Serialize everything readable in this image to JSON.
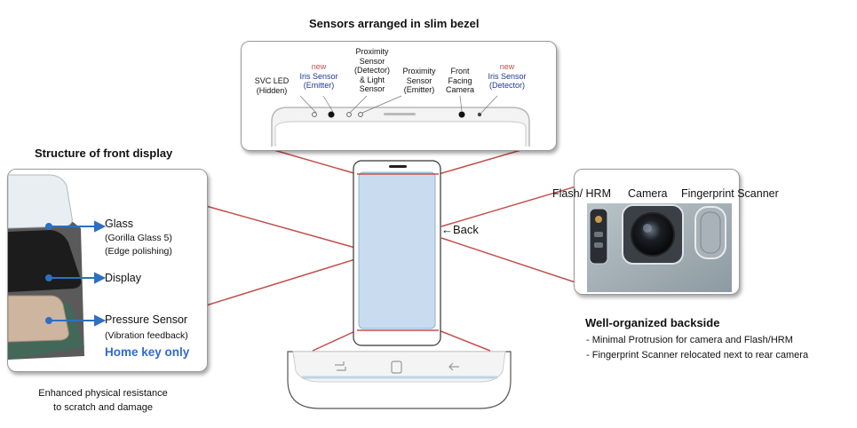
{
  "top_panel": {
    "title": "Sensors arranged in slim bezel",
    "labels": {
      "svc_led_1": "SVC LED",
      "svc_led_2": "(Hidden)",
      "iris_emitter_new": "new",
      "iris_emitter_1": "Iris Sensor",
      "iris_emitter_2": "(Emitter)",
      "prox_detector_1": "Proximity",
      "prox_detector_2": "Sensor",
      "prox_detector_3": "(Detector)",
      "prox_detector_4": "& Light",
      "prox_detector_5": "Sensor",
      "prox_emitter_1": "Proximity",
      "prox_emitter_2": "Sensor",
      "prox_emitter_3": "(Emitter)",
      "front_camera_1": "Front",
      "front_camera_2": "Facing",
      "front_camera_3": "Camera",
      "iris_detector_new": "new",
      "iris_detector_1": "Iris Sensor",
      "iris_detector_2": "(Detector)"
    }
  },
  "left_panel": {
    "title": "Structure of front display",
    "glass": "Glass",
    "glass_sub1": "(Gorilla Glass 5)",
    "glass_sub2": "(Edge polishing)",
    "display": "Display",
    "pressure": "Pressure Sensor",
    "pressure_sub": "(Vibration feedback)",
    "home_key": "Home key only",
    "caption_1": "Enhanced physical resistance",
    "caption_2": "to scratch and damage"
  },
  "center": {
    "back_label": "←Back"
  },
  "right_panel": {
    "flash_label": "Flash/ HRM",
    "camera_label": "Camera",
    "fingerprint_label": "Fingerprint Scanner",
    "title": "Well-organized backside",
    "bullet_1": "- Minimal Protrusion for camera and Flash/HRM",
    "bullet_2": "- Fingerprint Scanner relocated next to rear camera"
  },
  "colors": {
    "connector": "#c0504d",
    "home_key": "#2f6ad0",
    "iris_text": "#1f3a93",
    "screen": "#c9dcef"
  }
}
